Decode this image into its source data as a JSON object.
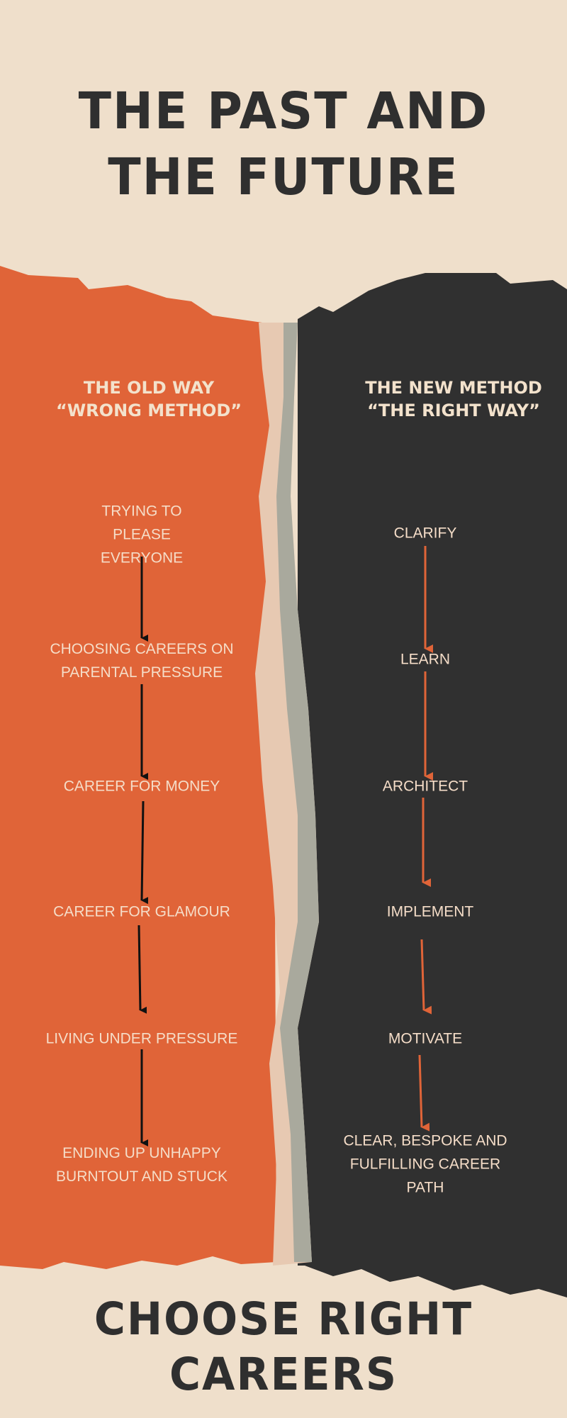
{
  "header": {
    "title_line1": "THE PAST AND",
    "title_line2": "THE FUTURE"
  },
  "old_way": {
    "heading1": "THE OLD WAY",
    "heading2": "“WRONG METHOD”",
    "steps": [
      "TRYING TO PLEASE EVERYONE",
      "CHOOSING CAREERS ON PARENTAL PRESSURE",
      "CAREER FOR MONEY",
      "CAREER FOR GLAMOUR",
      "LIVING UNDER PRESSURE",
      "ENDING UP UNHAPPY BURNTOUT AND STUCK"
    ]
  },
  "new_way": {
    "heading1": "THE NEW METHOD",
    "heading2": "“THE RIGHT WAY”",
    "steps": [
      "CLARIFY",
      "LEARN",
      "ARCHITECT",
      "IMPLEMENT",
      "MOTIVATE",
      "CLEAR, BESPOKE AND FULFILLING CAREER PATH"
    ]
  },
  "footer": {
    "line1": "CHOOSE RIGHT",
    "line2": "CAREERS"
  },
  "colors": {
    "orange": "#E06438",
    "dark": "#303030",
    "cream": "#EFDFCB",
    "arrow_left": "#111111",
    "arrow_right": "#E06438"
  }
}
